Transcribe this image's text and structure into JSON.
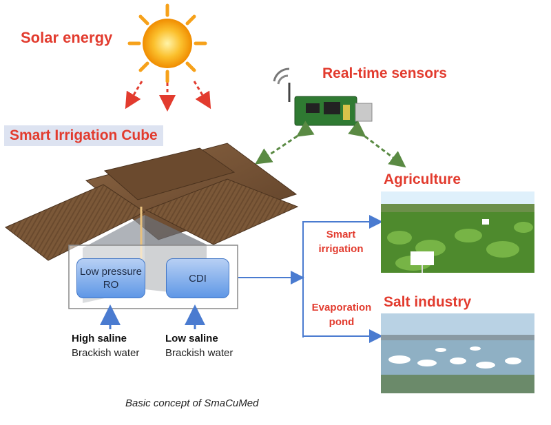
{
  "titles": {
    "solar": "Solar energy",
    "sensors": "Real-time sensors",
    "cube": "Smart Irrigation Cube",
    "agriculture": "Agriculture",
    "salt": "Salt industry"
  },
  "flows": {
    "smart_irrigation": [
      "Smart",
      "irrigation"
    ],
    "evaporation_pond": [
      "Evaporation",
      "pond"
    ]
  },
  "units": {
    "ro": [
      "Low pressure",
      "RO"
    ],
    "cdi": "CDI"
  },
  "water": {
    "high": {
      "title": "High saline",
      "sub": "Brackish water"
    },
    "low": {
      "title": "Low saline",
      "sub": "Brackish water"
    }
  },
  "caption": "Basic concept of SmaCuMed",
  "colors": {
    "title_red": "#e23b2e",
    "arrow_blue": "#4a7bd0",
    "dashed_green": "#5a8a43",
    "panel_brown": "#7a5738",
    "sun_yellow": "#fbbf1d"
  }
}
